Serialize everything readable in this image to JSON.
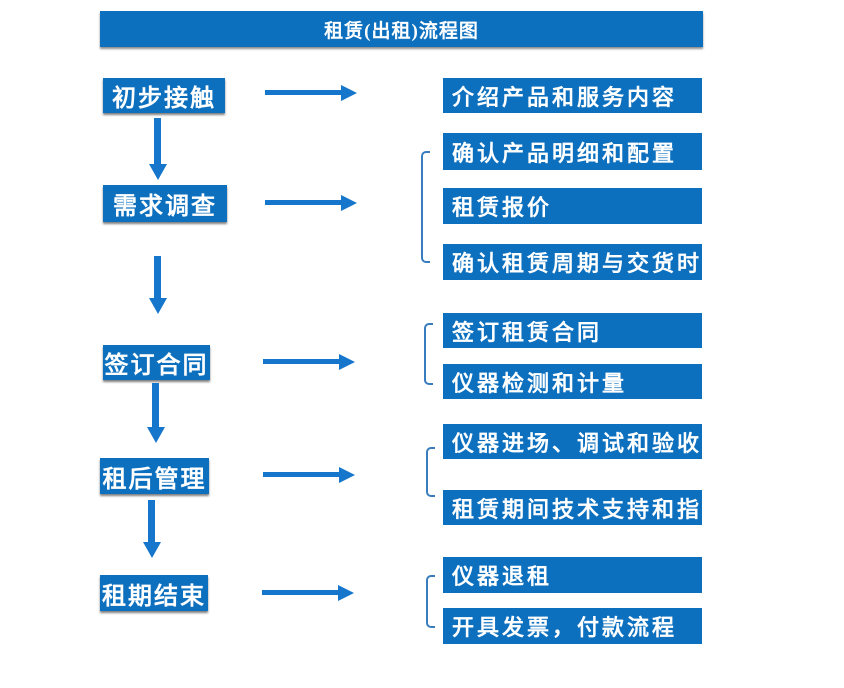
{
  "title": "租赁(出租)流程图",
  "colors": {
    "box_blue": "#0d70bf",
    "arrow_blue": "#1576cb",
    "bracket_blue": "#3a7dbf",
    "text_white": "#ffffff",
    "background": "#ffffff"
  },
  "stages": [
    {
      "label": "初步接触",
      "outputs": [
        "介绍产品和服务内容"
      ]
    },
    {
      "label": "需求调查",
      "outputs": [
        "确认产品明细和配置",
        "租赁报价",
        "确认租赁周期与交货时间"
      ]
    },
    {
      "label": "签订合同",
      "outputs": [
        "签订租赁合同",
        "仪器检测和计量"
      ]
    },
    {
      "label": "租后管理",
      "outputs": [
        "仪器进场、调试和验收",
        "租赁期间技术支持和指导"
      ]
    },
    {
      "label": "租期结束",
      "outputs": [
        "仪器退租",
        "开具发票，付款流程"
      ]
    }
  ]
}
